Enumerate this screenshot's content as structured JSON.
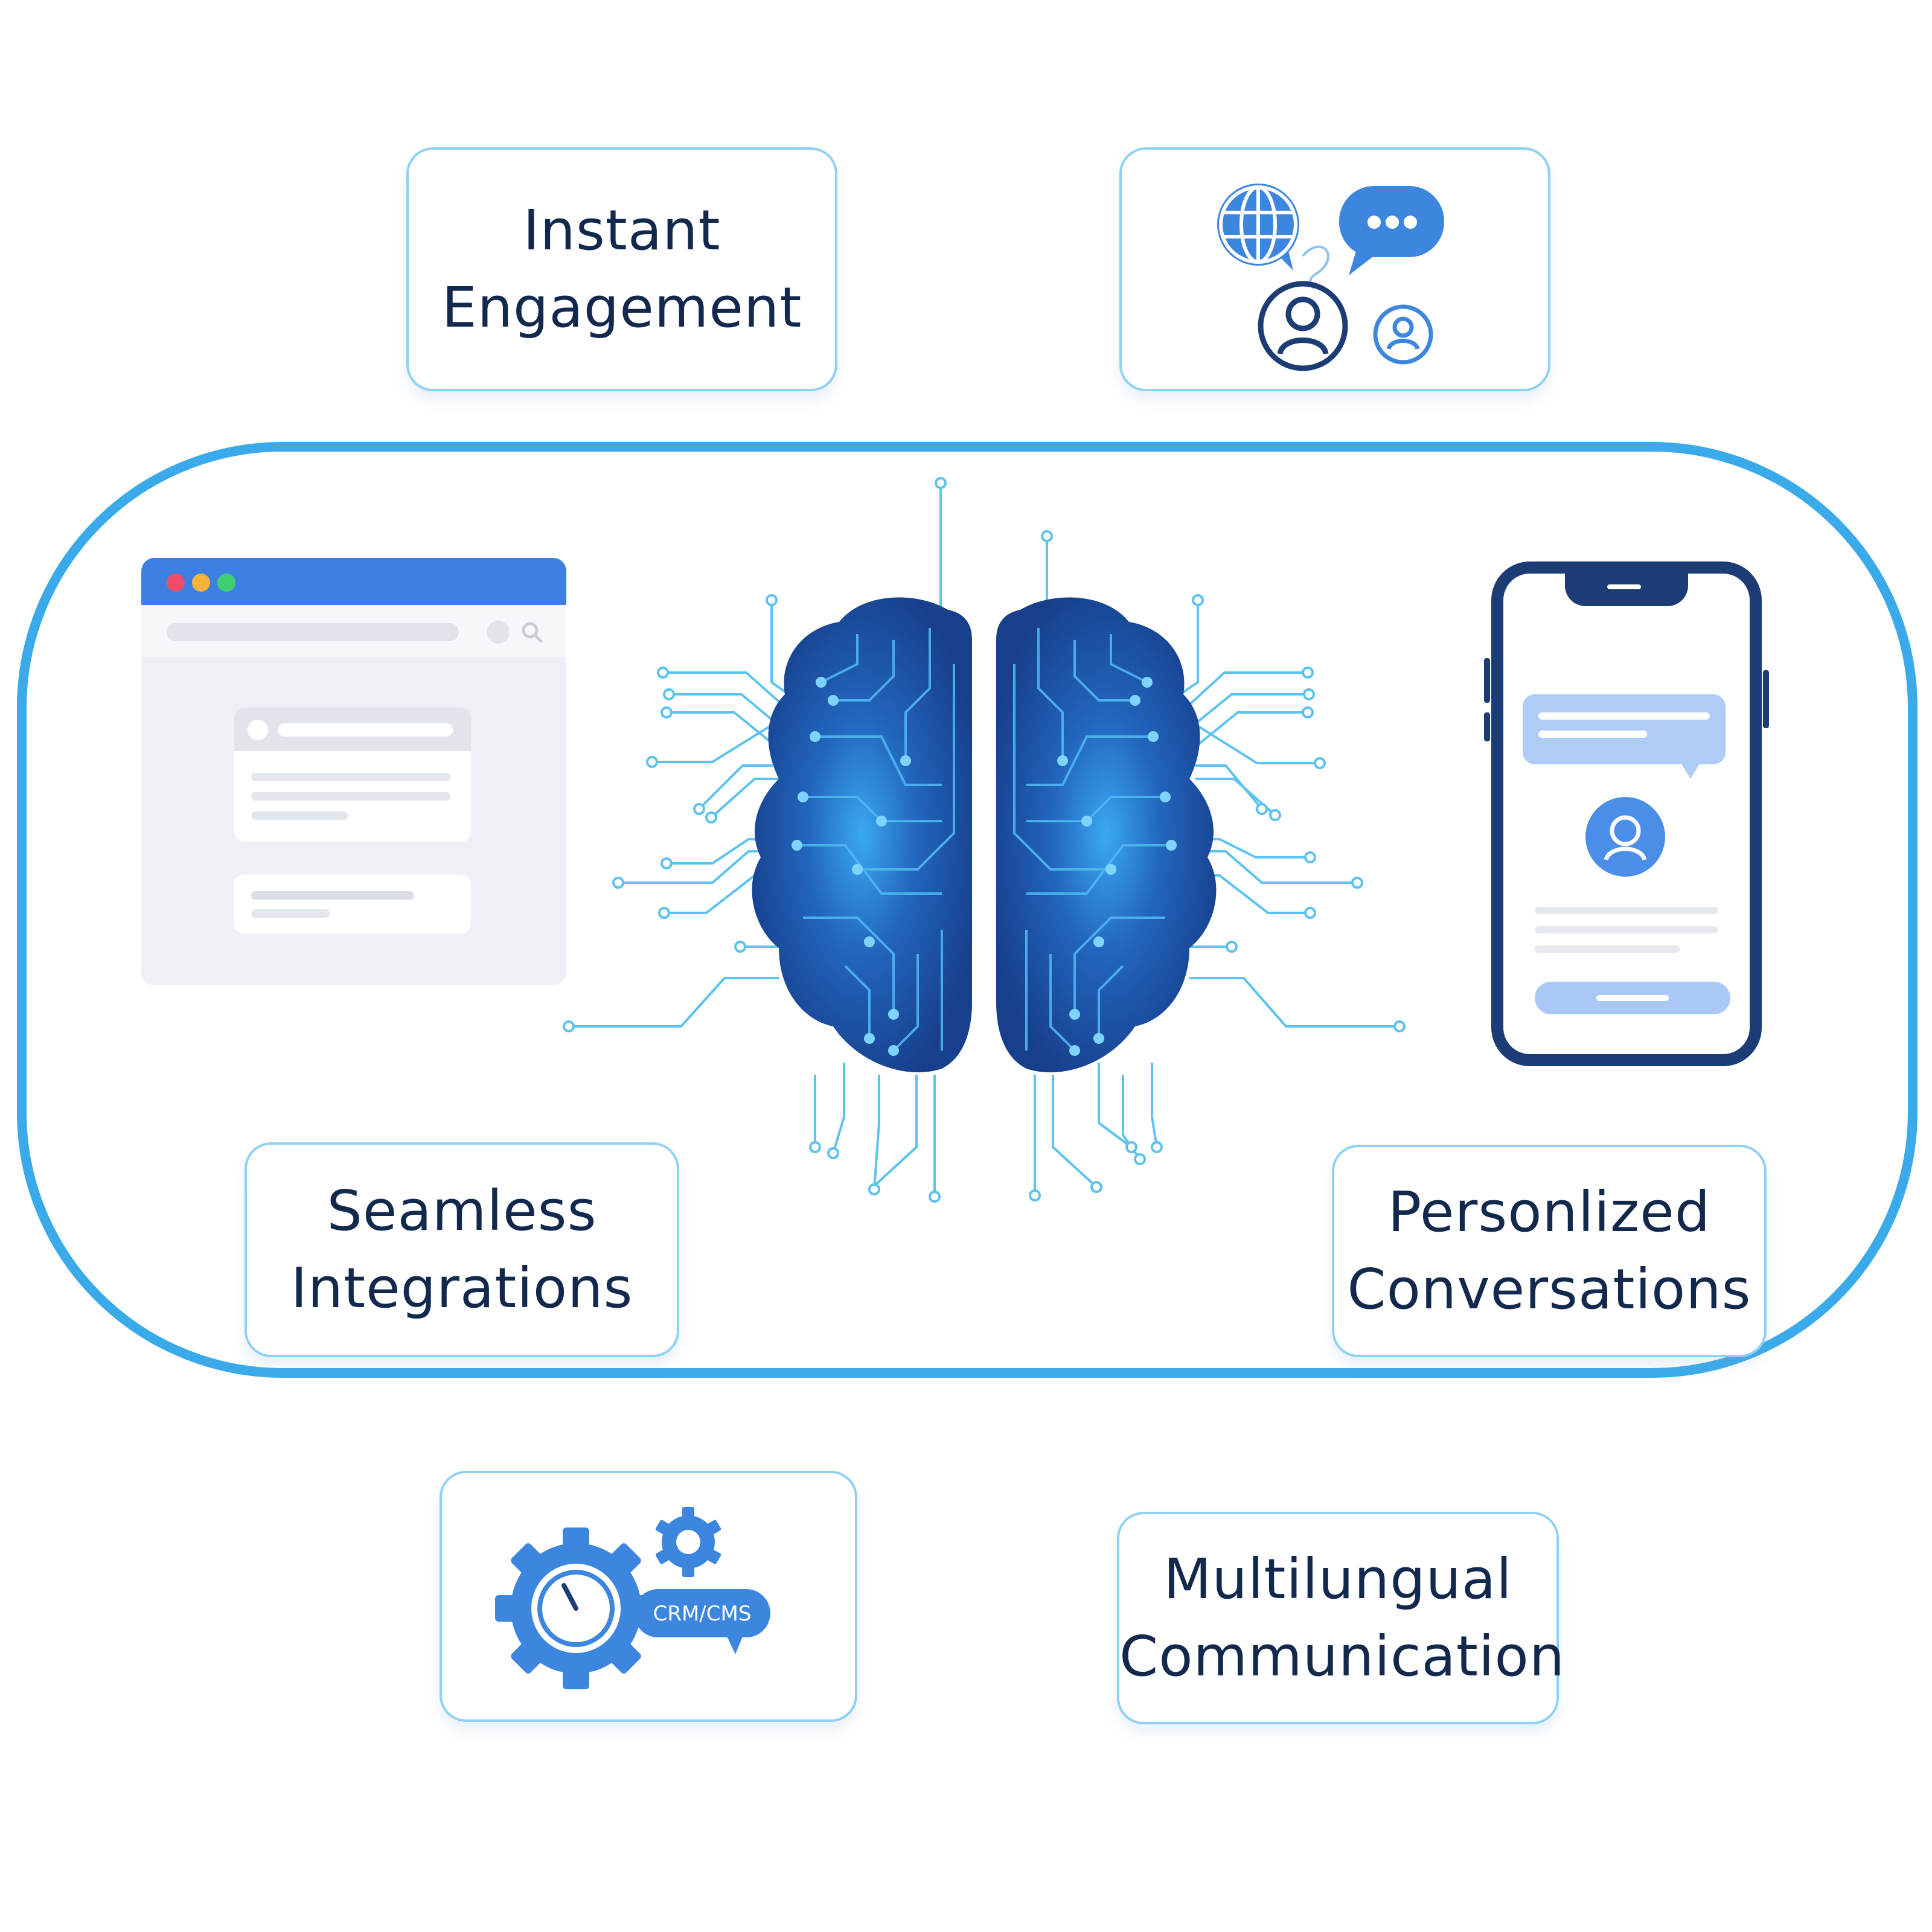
{
  "cards": {
    "instant_engagement": {
      "lines": [
        "Instant",
        "Engagement"
      ]
    },
    "seamless_integrations": {
      "lines": [
        "Seamless",
        "Integrations"
      ]
    },
    "personalized_conversations": {
      "lines": [
        "Personlized",
        "Conversations"
      ]
    },
    "multilingual_communication": {
      "lines": [
        "Multilungual",
        "Communication"
      ]
    },
    "crm_badge": "CRM/CMS"
  },
  "icons": {
    "users_card": [
      "globe-icon",
      "chat-bubble-icon",
      "user-circle-icon",
      "user-circle-small-icon"
    ],
    "crm_card": [
      "gear-icon",
      "small-gear-icon",
      "gauge-icon"
    ],
    "center": "circuit-brain-icon",
    "left": "browser-window-icon",
    "right": "smartphone-chat-icon"
  },
  "colors": {
    "frame_border": "#3aaaea",
    "card_border": "#8fd1f3",
    "label_text": "#12294d",
    "brain_dark": "#1b4fa0",
    "brain_glow": "#2f9cf0",
    "circuit_line": "#5cc2ef",
    "icon_blue": "#3d86e0",
    "phone_frame": "#1c3c75"
  }
}
